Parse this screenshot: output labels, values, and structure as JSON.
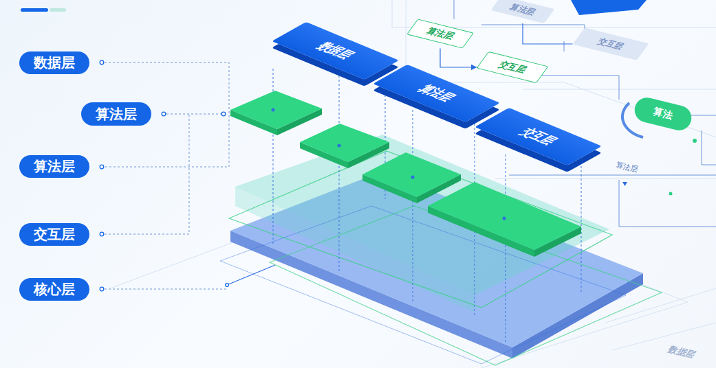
{
  "diagram": {
    "nodes": [
      {
        "text": [
          "数据层"
        ]
      },
      {
        "text": [
          "算法层"
        ]
      },
      {
        "text": [
          "算法层"
        ]
      },
      {
        "text": [
          "交互层"
        ]
      },
      {
        "text": [
          "核心层"
        ]
      },
      {
        "text": [
          "数据层"
        ]
      },
      {
        "text": [
          "算法层"
        ]
      },
      {
        "text": [
          "交互层"
        ]
      },
      {
        "text": [
          "算法层"
        ]
      },
      {
        "text": [
          "算法层"
        ]
      },
      {
        "text": [
          "交互层"
        ]
      },
      {
        "text": [
          "交互层"
        ]
      },
      {
        "text": [
          "算法"
        ]
      }
    ],
    "edges": [
      {
        "from": 9,
        "to": 11,
        "arrow": "to"
      },
      {
        "from": 8,
        "to": 10,
        "arrow": "none"
      }
    ],
    "labels": [
      "算法层",
      "数据层"
    ]
  }
}
